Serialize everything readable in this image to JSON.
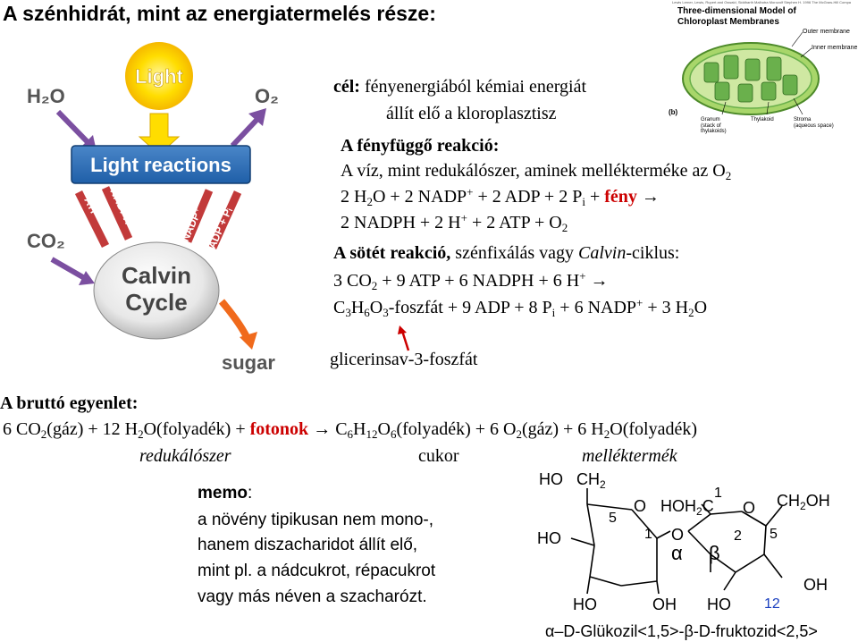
{
  "title": "A szénhidrát, mint az energiatermelés része:",
  "cycle_diagram": {
    "light_label": "Light",
    "h2o_label": "H₂O",
    "o2_label": "O₂",
    "light_reactions_label": "Light reactions",
    "atp_label": "ATP",
    "nadph_label": "NADPH",
    "nadp_label": "NADP⁺",
    "adp_pi_label": "ADP + Pᵢ",
    "co2_label": "CO₂",
    "calvin_line1": "Calvin",
    "calvin_line2": "Cycle",
    "sugar_label": "sugar"
  },
  "chloroplast": {
    "caption_top": "Lewis Lerner, Lewis, Rupert and Oswald, Siddharth Malhotra Morozolf Stephen H. 1996 The McGraw-Hill Companies, Inc. All rights reserved.",
    "heading_line1": "Three-dimensional Model of",
    "heading_line2": "Chloroplast Membranes",
    "outer_membrane": "Outer membrane",
    "inner_membrane": "Inner membrane",
    "panel_label": "(b)",
    "granum_line1": "Granum",
    "granum_line2": "(stack of",
    "granum_line3": "thylakoids)",
    "thylakoid": "Thylakoid",
    "stroma_line1": "Stroma",
    "stroma_line2": "(aqueous space)"
  },
  "goal": {
    "label": "cél:",
    "line1": "fényenergiából kémiai energiát",
    "line2": "állít elő a kloroplasztisz"
  },
  "light_dep": {
    "heading": "A fényfüggő reakció:",
    "line1_text": "A víz, mint redukálószer, aminek mellékterméke az O",
    "line1_sub": "2",
    "eq1_a": "2 H",
    "eq1_a_sub": "2",
    "eq1_b": "O + 2 NADP",
    "eq1_b_sup": "+",
    "eq1_c": " + 2 ADP + 2 P",
    "eq1_c_sub": "i",
    "eq1_d": " + ",
    "eq1_light": "fény",
    "eq1_arrow": "→",
    "eq2_a": "2 NADPH + 2 H",
    "eq2_a_sup": "+",
    "eq2_b": " + 2 ATP + O",
    "eq2_b_sub": "2"
  },
  "dark": {
    "heading_bold": "A sötét reakció,",
    "heading_rest_1": " szénfixálás vagy ",
    "heading_italic": "Calvin",
    "heading_rest_2": "-ciklus:",
    "eq1_a": "3 CO",
    "eq1_a_sub": "2",
    "eq1_b": " + 9 ATP + 6 NADPH + 6 H",
    "eq1_b_sup": "+",
    "eq1_arrow": "→",
    "eq2_c": "C",
    "eq2_c_sub": "3",
    "eq2_h": "H",
    "eq2_h_sub": "6",
    "eq2_o": "O",
    "eq2_o_sub": "3",
    "eq2_rest": "-foszfát + 9 ADP + 8 P",
    "eq2_rest_sub": "i",
    "eq2_rest2": " + 6 NADP",
    "eq2_rest2_sup": "+",
    "eq2_rest3": " + 3 H",
    "eq2_rest3_sub": "2",
    "eq2_rest4": "O",
    "annotation": "glicerinsav-3-foszfát"
  },
  "gross": {
    "heading": "A bruttó egyenlet:",
    "p1": "6 CO",
    "p1_sub": "2",
    "p2": "(gáz) + 12 H",
    "p2_sub": "2",
    "p3": "O(folyadék) + ",
    "photons": "fotonok",
    "arrow": "→",
    "p4": " C",
    "p4_sub": "6",
    "p5": "H",
    "p5_sub": "12",
    "p6": "O",
    "p6_sub": "6",
    "p7": "(folyadék) + 6 O",
    "p7_sub": "2",
    "p8": "(gáz) + 6 H",
    "p8_sub": "2",
    "p9": "O(folyadék)",
    "label_reducer": "redukálószer",
    "label_sugar": "cukor",
    "label_byproduct": "melléktermék"
  },
  "memo": {
    "label": "memo",
    "colon": ":",
    "line1": "a növény tipikusan nem mono-,",
    "line2": "hanem diszacharidot állít elő,",
    "line3": "mint pl. a nádcukrot, répacukrot",
    "line4": "vagy más néven a szacharózt."
  },
  "sucrose": {
    "ho_ch2": "HO",
    "ch2_top": "CH",
    "ch2_top_sub": "2",
    "five_left": "5",
    "o_ring_left": "O",
    "hoh2c": "HOH",
    "hoh2c_sub": "2",
    "hoh2c_c": "C",
    "one_right": "1",
    "o_ring_right": "O",
    "ch2oh_right": "CH",
    "ch2oh_right_sub": "2",
    "ch2oh_right_oh": "OH",
    "ho_left": "HO",
    "one_left": "1",
    "o_bridge": "O",
    "two": "2",
    "five_right": "5",
    "alpha": "α",
    "beta": "β",
    "ho_bottom_left": "HO",
    "oh_bottom_mid": "OH",
    "ho_bottom_right": "HO",
    "twelve": "12",
    "oh_bottom_far": "OH",
    "name": "α–D-Glükozil<1,5>-β-D-fruktozid<2,5>"
  },
  "colors": {
    "photon_red": "#cc0000",
    "sun_yellow": "#ffdd00",
    "light_reactions_blue": "#1f5fa8",
    "arrow_purple": "#7b4fa0",
    "sugar_orange": "#f06a1c",
    "chloroplast_green": "#6ab04c"
  }
}
